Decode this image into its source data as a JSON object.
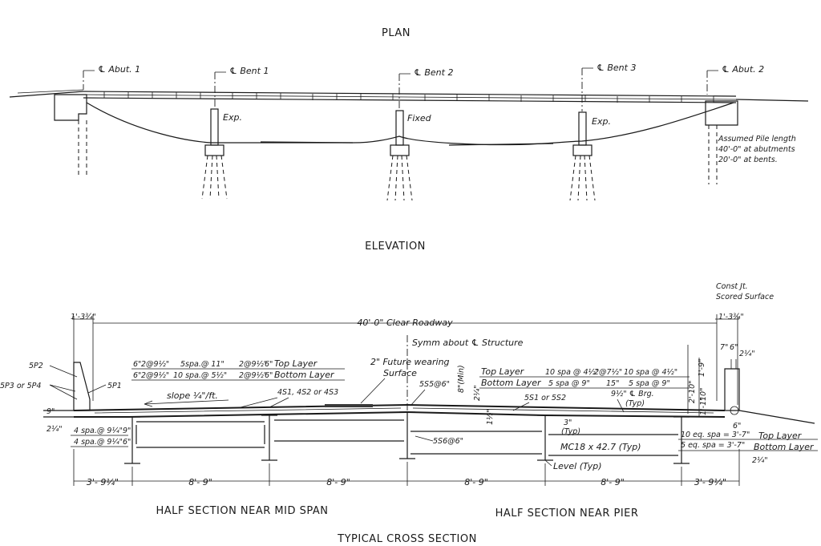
{
  "titles": {
    "plan": "PLAN",
    "elevation": "ELEVATION",
    "half_mid": "HALF SECTION NEAR MID SPAN",
    "half_pier": "HALF SECTION NEAR PIER",
    "typical": "TYPICAL CROSS SECTION"
  },
  "elevation": {
    "supports": [
      "℄ Abut. 1",
      "℄ Bent 1",
      "℄ Bent 2",
      "℄ Bent 3",
      "℄ Abut. 2"
    ],
    "bearings": [
      "Exp.",
      "Fixed",
      "Exp."
    ],
    "pile_note": [
      "Assumed Pile length",
      "40'-0\" at abutments",
      "20'-0\" at bents."
    ]
  },
  "section": {
    "const_note": [
      "Const Jt.",
      "Scored Surface"
    ],
    "clear_roadway": "40'-0\" Clear Roadway",
    "curb_left": "1'-3¾\"",
    "curb_right": "1'-3¾\"",
    "right_top_dims": [
      "7\"",
      "6\"",
      "2¼\""
    ],
    "symm": "Symm about ℄ Structure",
    "future_wearing": [
      "2\" Future wearing",
      "Surface"
    ],
    "bar_5s5": "5S5@6\"",
    "bar_5s6": "5S6@6\"",
    "min_8": "8\"(Min)",
    "d_2": "2¼\"",
    "top_layer_left": "Top Layer",
    "bottom_layer_left": "Bottom Layer",
    "top_layer_mid": "Top Layer",
    "bottom_layer_mid": "Bottom Layer",
    "top_layer_right": "Top Layer",
    "bottom_layer_right": "Bottom Layer",
    "spa_left_top": [
      "6\"",
      "2@9½\"",
      "5spa.@ 11\"",
      "2@9½\"",
      "6\""
    ],
    "spa_left_bot": [
      "6\"",
      "2@9½\"",
      "10 spa.@ 5½\"",
      "2@9½\"",
      "6\""
    ],
    "spa_right_top": [
      "10 spa @ 4½\"",
      "2@7½\"",
      "10 spa @ 4½\""
    ],
    "spa_right_bot": [
      "5 spa @ 9\"",
      "15\"",
      "5 spa @ 9\""
    ],
    "brg": "9½\" ℄ Brg.",
    "brg_typ": "(Typ)",
    "slope": "slope ¼\"/ft.",
    "bars_45": "4S1, 4S2 or 4S3",
    "bars_55": "5S1 or 5S2",
    "p_labels": [
      "5P2",
      "5P3 or 5P4",
      "5P1"
    ],
    "left_dims": [
      "9\"",
      "2¼\"",
      "4 spa.@ 9¼\"",
      "4 spa.@ 9¼\"",
      "6\"",
      "9\""
    ],
    "right_dims": [
      "10 eq. spa = 3'-7\"",
      "5 eq. spa = 3'-7\"",
      "2¼\"",
      "6\""
    ],
    "vert_right": [
      "2'-10\"",
      "1'-9\"",
      "10\"",
      "1'-1\""
    ],
    "three_typ": [
      "3\"",
      "(Typ)"
    ],
    "one_half": "1½\"",
    "channel": "MC18 x 42.7 (Typ)",
    "level": "Level (Typ)",
    "bottom_dims": [
      "3'- 9¼\"",
      "8'- 9\"",
      "8'- 9\"",
      "8'- 9\"",
      "8'- 9\"",
      "3'- 9¼\""
    ]
  }
}
